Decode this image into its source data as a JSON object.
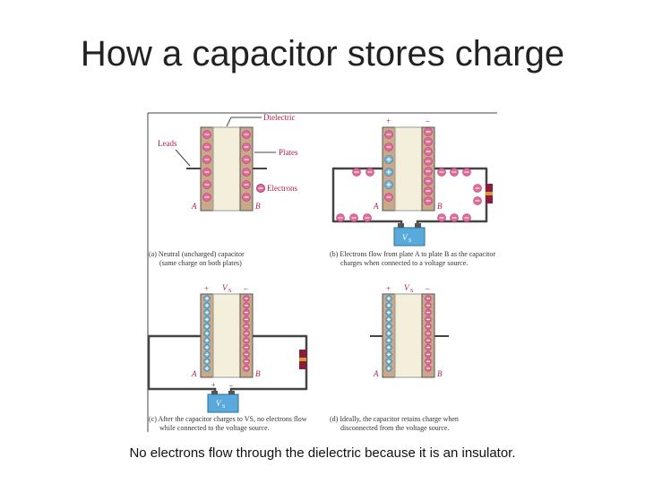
{
  "title": "How a capacitor stores charge",
  "caption": "No electrons flow through the dielectric because it is an insulator.",
  "colors": {
    "plate": "#c8a98a",
    "dielectric": "#f4efda",
    "negative_charge": "#e36b9c",
    "positive_charge": "#6fb2d8",
    "wire": "#444444",
    "battery": "#5aa9dc",
    "label": "#b02046"
  },
  "figure": {
    "labels": {
      "dielectric": "Dielectric",
      "leads": "Leads",
      "plates": "Plates",
      "electrons": "Electrons",
      "plate_a": "A",
      "plate_b": "B",
      "plus": "+",
      "minus": "–",
      "vs": "V",
      "vs_sub": "S"
    },
    "panels": [
      {
        "caption_line1": "(a) Neutral (uncharged) capacitor",
        "caption_line2": "(same charge on both plates)"
      },
      {
        "caption_line1": "(b) Electrons flow from plate A to plate B as the capacitor",
        "caption_line2": "charges when connected to a voltage source."
      },
      {
        "caption_line1": "(c) After the capacitor charges to VS, no electrons flow",
        "caption_line2": "while connected to the voltage source."
      },
      {
        "caption_line1": "(d) Ideally, the capacitor retains charge when",
        "caption_line2": "disconnected from the voltage source."
      }
    ]
  }
}
